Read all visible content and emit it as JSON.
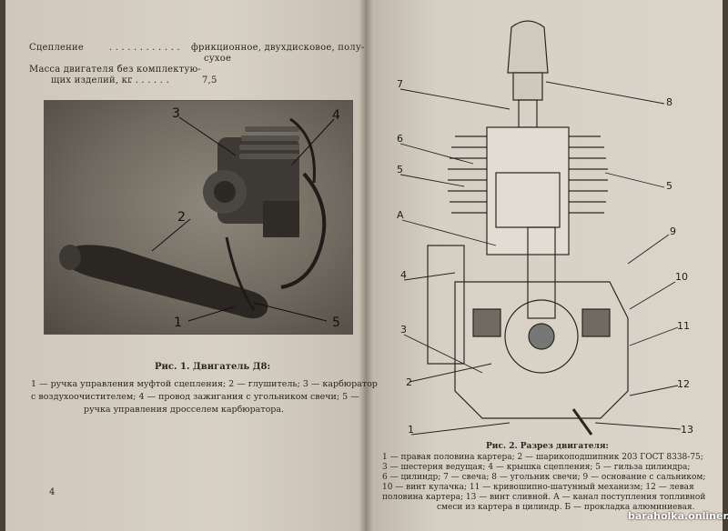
{
  "left_page": {
    "spec_rows": [
      {
        "label": "Сцепление",
        "dots": ". . . . . . . . . . . .",
        "value": "фрикционное, двухдисковое, полу-"
      },
      {
        "label": "",
        "dots": "",
        "value": "сухое"
      },
      {
        "label": "Масса двигателя без комплектую-",
        "dots": "",
        "value": ""
      },
      {
        "label": "щих изделий, кг",
        "dots": ". . . . . . .",
        "value": "7,5"
      }
    ],
    "photo_callouts": [
      "3",
      "4",
      "2",
      "1",
      "5"
    ],
    "caption_title": "Рис. 1. Двигатель Д8:",
    "caption_lines": [
      "1 — ручка управления муфтой сцепления; 2 — глушитель; 3 — карбюратор",
      "с воздухоочистителем; 4 — провод зажигания с угольником свечи; 5 —",
      "ручка управления дросселем карбюратора."
    ],
    "page_number": "4"
  },
  "right_page": {
    "diagram_callouts": {
      "left": [
        "7",
        "6",
        "5",
        "А",
        "4",
        "3",
        "2",
        "1"
      ],
      "right": [
        "8",
        "5",
        "9",
        "10",
        "11",
        "12",
        "13"
      ]
    },
    "caption_title": "Рис. 2. Разрез двигателя:",
    "caption_lines": [
      "1 — правая половина картера; 2 — шарикоподшипник 203 ГОСТ 8338-75;",
      "3 — шестерня ведущая; 4 — крышка сцепления; 5 — гильза цилиндра;",
      "6 — цилиндр; 7 — свеча; 8 — угольник свечи; 9 — основание с сальником;",
      "10 — винт кулачка; 11 — кривошипно-шатунный механизм; 12 — левая",
      "половина картера; 13 — винт сливной. А — канал поступления топливной",
      "смеси из картера в цилиндр. Б — прокладка алюминиевая."
    ]
  },
  "watermark": "baraholka.onliner.by"
}
